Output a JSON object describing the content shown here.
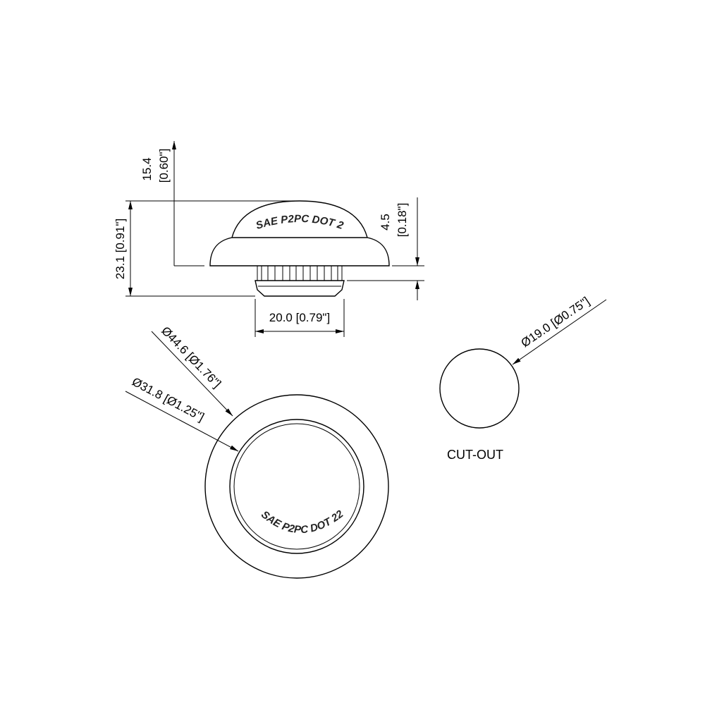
{
  "dimensions": {
    "height_upper": "15.4",
    "height_upper_in": "[0.60\"]",
    "height_total": "23.1 [0.91\"]",
    "flange": "4.5",
    "flange_in": "[0.18\"]",
    "stem_width": "20.0 [0.79\"]",
    "outer_diameter": "Ø44.6 [Ø1.76\"]",
    "inner_diameter": "Ø31.8 [Ø1.25\"]",
    "cutout_diameter": "Ø19.0 [Ø0.75\"]"
  },
  "markings": {
    "side_text": "SAE P2PC DOT 2",
    "top_text": "SAE P2PC DOT 22"
  },
  "labels": {
    "cutout": "CUT-OUT"
  }
}
